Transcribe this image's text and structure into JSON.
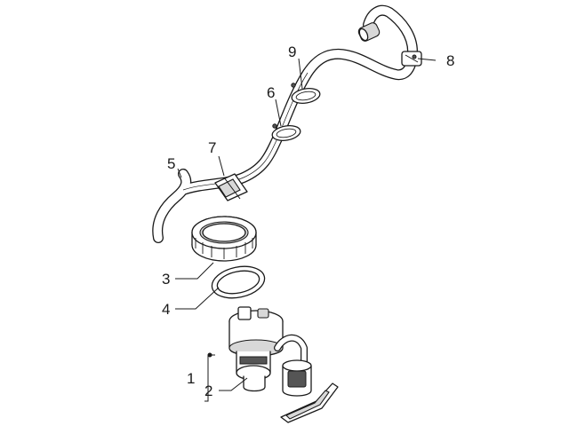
{
  "callouts": {
    "c1": "1",
    "c2": "2",
    "c3": "3",
    "c4": "4",
    "c5": "5",
    "c6": "6",
    "c7": "7",
    "c8": "8",
    "c9": "9"
  },
  "colors": {
    "line": "#1a1a1a",
    "shade": "#d8d8d8",
    "background": "#ffffff"
  }
}
